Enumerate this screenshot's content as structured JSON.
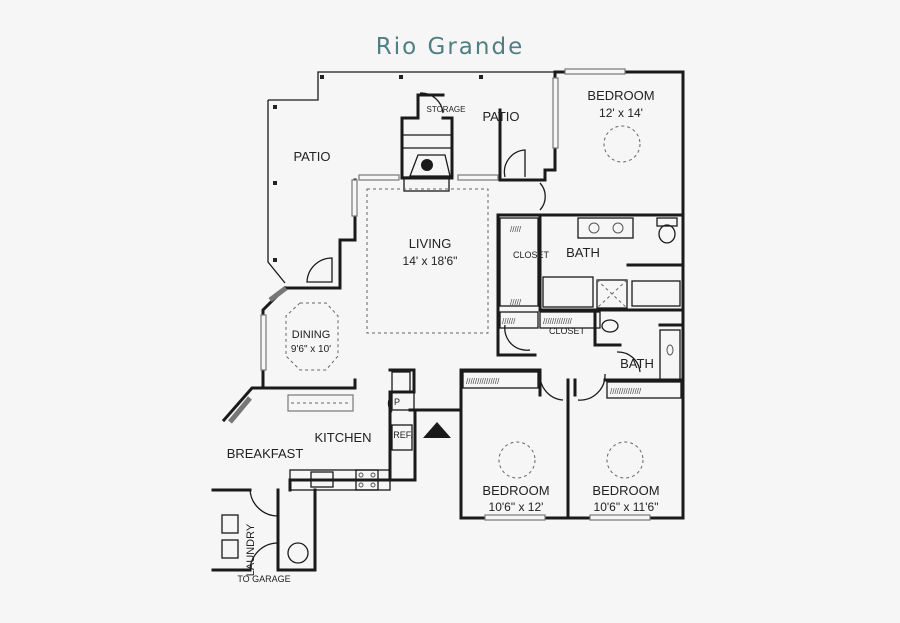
{
  "title": "Rio Grande",
  "rooms": {
    "patio_left": {
      "name": "PATIO"
    },
    "patio_right": {
      "name": "PATIO"
    },
    "storage": {
      "name": "STORAGE"
    },
    "living": {
      "name": "LIVING",
      "size": "14' x 18'6\""
    },
    "dining": {
      "name": "DINING",
      "size": "9'6\" x 10'"
    },
    "kitchen": {
      "name": "KITCHEN"
    },
    "breakfast": {
      "name": "BREAKFAST"
    },
    "laundry": {
      "name": "LAUNDRY"
    },
    "to_garage": {
      "name": "TO GARAGE"
    },
    "master_bedroom": {
      "name": "BEDROOM",
      "size": "12' x 14'"
    },
    "master_bath": {
      "name": "BATH"
    },
    "master_closet": {
      "name": "CLOSET"
    },
    "hall_closet": {
      "name": "CLOSET"
    },
    "bath2": {
      "name": "BATH"
    },
    "bedroom2": {
      "name": "BEDROOM",
      "size": "10'6\" x 12'"
    },
    "bedroom3": {
      "name": "BEDROOM",
      "size": "10'6\" x 11'6\""
    },
    "pantry": {
      "name": "P"
    },
    "refrigerator": {
      "name": "REF."
    }
  },
  "colors": {
    "title": "#4f7f84",
    "walls": "#1a1a1a",
    "background": "#f6f6f6"
  }
}
